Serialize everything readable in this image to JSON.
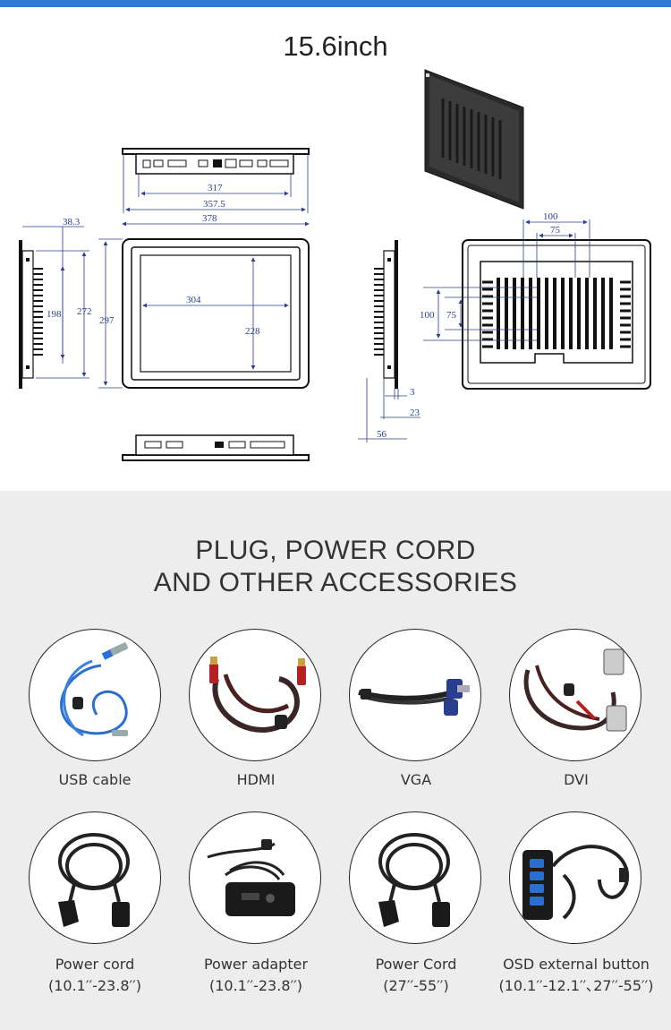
{
  "header": {
    "title": "15.6inch",
    "accent_color": "#2e7bd6"
  },
  "drawing": {
    "dimensions": {
      "d317": "317",
      "d3575": "357.5",
      "d378": "378",
      "d383": "38.3",
      "d198": "198",
      "d272": "272",
      "d297": "297",
      "d304": "304",
      "d228": "228",
      "d100_top": "100",
      "d75_top": "75",
      "d100_left": "100",
      "d75_left": "75",
      "d3": "3",
      "d23": "23",
      "d56": "56"
    }
  },
  "accessories": {
    "title_line1": "PLUG, POWER CORD",
    "title_line2": "AND OTHER ACCESSORIES",
    "items": [
      {
        "label": "USB cable",
        "sublabel": "",
        "icon": "usb-cable-icon"
      },
      {
        "label": "HDMI",
        "sublabel": "",
        "icon": "hdmi-cable-icon"
      },
      {
        "label": "VGA",
        "sublabel": "",
        "icon": "vga-cable-icon"
      },
      {
        "label": "DVI",
        "sublabel": "",
        "icon": "dvi-cable-icon"
      },
      {
        "label": "Power cord",
        "sublabel": "(10.1′′-23.8′′)",
        "icon": "power-cord-icon"
      },
      {
        "label": "Power adapter",
        "sublabel": "(10.1′′-23.8′′)",
        "icon": "power-adapter-icon"
      },
      {
        "label": "Power Cord",
        "sublabel": "(27′′-55′′)",
        "icon": "power-cord-large-icon"
      },
      {
        "label": "OSD external button",
        "sublabel": "(10.1′′-12.1′′､27′′-55′′)",
        "icon": "osd-button-icon"
      }
    ]
  }
}
